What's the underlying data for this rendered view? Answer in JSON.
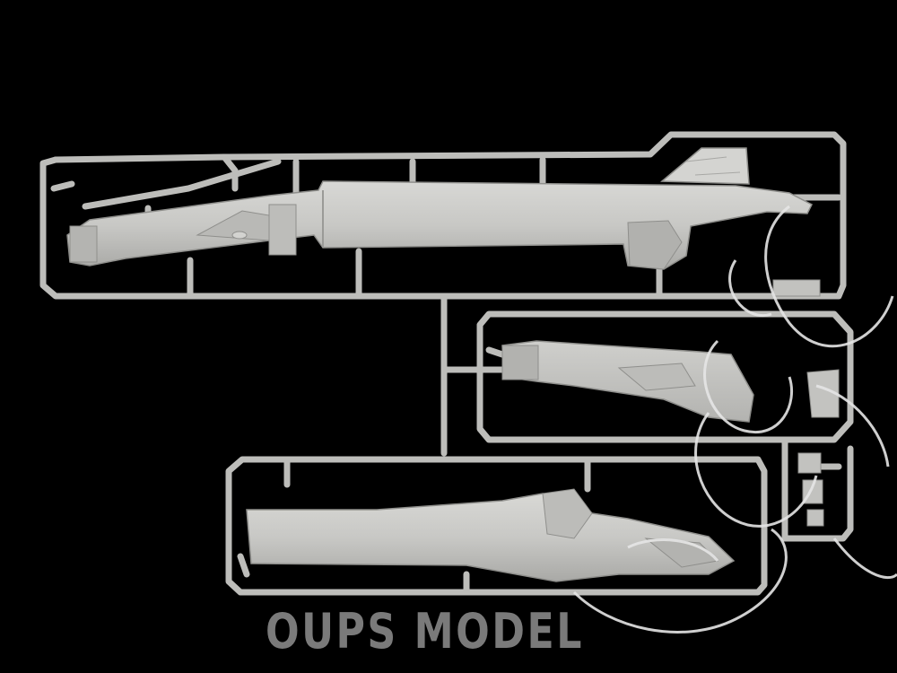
{
  "watermark": {
    "text": "OUPS MODEL"
  },
  "colors": {
    "background": "#000000",
    "plastic": "#c9c9c6",
    "plastic_shadow": "#a6a6a3",
    "plastic_highlight": "#dcdcd9",
    "watermark_text": "#7a7a7a",
    "watermark_art": "#e6e6e6"
  },
  "subject": {
    "items": [
      "sprue-frame",
      "fuselage-half-upper-left",
      "fuselage-half-nose",
      "fuselage-half-lower",
      "vertical-tail-fin",
      "small-parts-cluster",
      "monster-watermark-art"
    ]
  }
}
